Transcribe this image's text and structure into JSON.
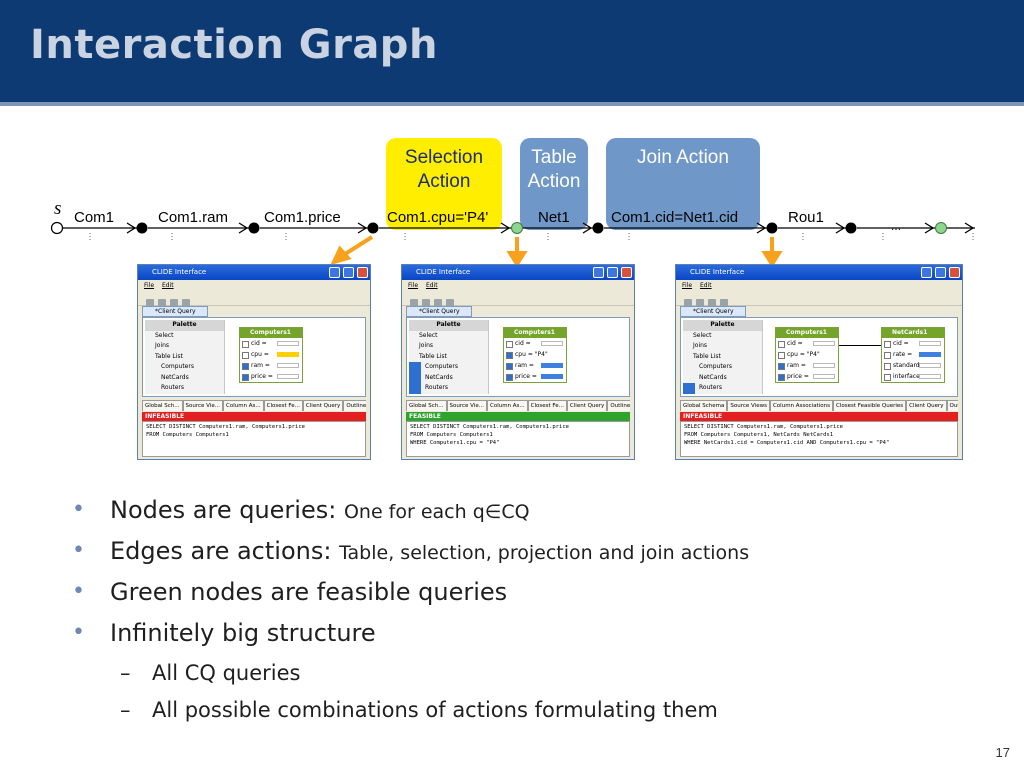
{
  "slide": {
    "title": "Interaction Graph",
    "page_number": "17"
  },
  "actions": {
    "selection": "Selection\nAction",
    "table": "Table\nAction",
    "join": "Join Action"
  },
  "graph": {
    "start_label": "s",
    "ellipsis": "…",
    "nodes": [
      "Com1",
      "Com1.ram",
      "Com1.price",
      "Com1.cpu='P4'",
      "Net1",
      "Com1.cid=Net1.cid",
      "Rou1"
    ],
    "colors": {
      "feasible": "#8fd48f",
      "infeasible": "#000000",
      "start": "#ffffff",
      "arrow": "#f7a11c",
      "selection": "#ffee00",
      "action": "#6f98c9"
    }
  },
  "screenshots": [
    {
      "window_title": "CLIDE Interface",
      "menu": [
        "File",
        "Edit"
      ],
      "tab": "*Client Query",
      "palette": [
        "Palette",
        "Select",
        "Joins",
        "Table List",
        "Computers",
        "NetCards",
        "Routers"
      ],
      "tables": [
        {
          "name": "Computers1",
          "rows": [
            "cid =",
            "cpu =",
            "ram =",
            "price ="
          ]
        }
      ],
      "views": [
        "Global Sch...",
        "Source Vie...",
        "Column As...",
        "Closest Fe...",
        "Client Query",
        "Outline"
      ],
      "status": "INFEASIBLE",
      "sql": [
        "SELECT DISTINCT Computers1.ram, Computers1.price",
        "FROM Computers Computers1"
      ]
    },
    {
      "window_title": "CLIDE Interface",
      "menu": [
        "File",
        "Edit"
      ],
      "tab": "*Client Query",
      "palette": [
        "Palette",
        "Select",
        "Joins",
        "Table List",
        "Computers",
        "NetCards",
        "Routers"
      ],
      "tables": [
        {
          "name": "Computers1",
          "rows": [
            "cid =",
            "cpu = \"P4\"",
            "ram =",
            "price ="
          ]
        }
      ],
      "views": [
        "Global Sch...",
        "Source Vie...",
        "Column As...",
        "Closest Fe...",
        "Client Query",
        "Outline"
      ],
      "status": "FEASIBLE",
      "sql": [
        "SELECT DISTINCT Computers1.ram, Computers1.price",
        "FROM Computers Computers1",
        "WHERE Computers1.cpu = \"P4\""
      ]
    },
    {
      "window_title": "CLIDE Interface",
      "menu": [
        "File",
        "Edit"
      ],
      "tab": "*Client Query",
      "palette": [
        "Palette",
        "Select",
        "Joins",
        "Table List",
        "Computers",
        "NetCards",
        "Routers"
      ],
      "tables": [
        {
          "name": "Computers1",
          "rows": [
            "cid =",
            "cpu = \"P4\"",
            "ram =",
            "price ="
          ]
        },
        {
          "name": "NetCards1",
          "rows": [
            "cid =",
            "rate =",
            "standard =",
            "interface ="
          ]
        }
      ],
      "views": [
        "Global Schema",
        "Source Views",
        "Column Associations",
        "Closest Feasible Queries",
        "Client Query",
        "Outline"
      ],
      "status": "INFEASIBLE",
      "sql": [
        "SELECT DISTINCT Computers1.ram, Computers1.price",
        "FROM Computers Computers1, NetCards NetCards1",
        "WHERE NetCards1.cid = Computers1.cid AND Computers1.cpu = \"P4\""
      ]
    }
  ],
  "bullets": [
    {
      "main": "Nodes are queries: ",
      "detail": "One for each q∈CQ"
    },
    {
      "main": "Edges are actions: ",
      "detail": "Table, selection, projection and join actions"
    },
    {
      "main": "Green nodes are feasible queries",
      "detail": ""
    },
    {
      "main": "Infinitely big structure",
      "detail": ""
    }
  ],
  "sub_bullets": [
    "All CQ queries",
    "All possible combinations of actions formulating them"
  ]
}
